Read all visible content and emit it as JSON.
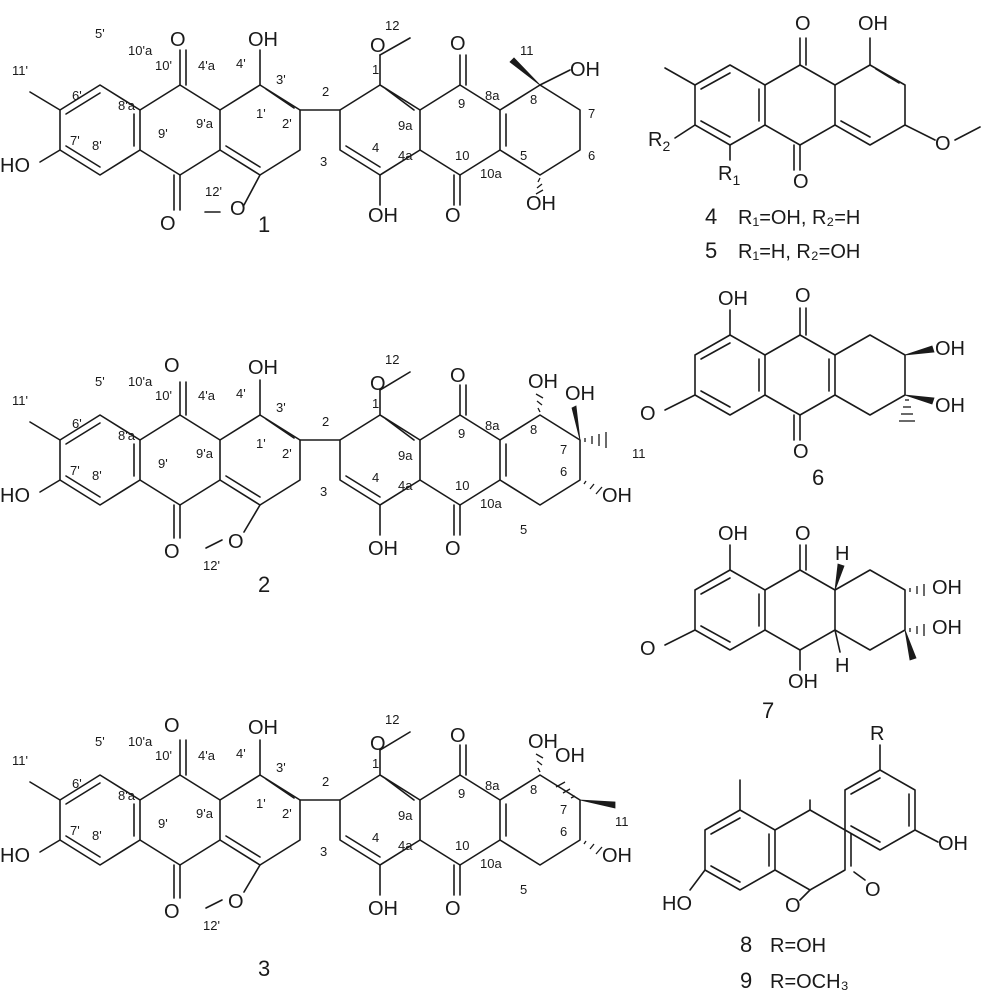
{
  "atoms": {
    "O": "O",
    "OH": "OH",
    "HO": "HO",
    "H": "H",
    "R": "R"
  },
  "locants": [
    "1",
    "2",
    "3",
    "4",
    "4a",
    "5",
    "6",
    "7",
    "8",
    "8a",
    "9",
    "9a",
    "10",
    "10a",
    "11",
    "12",
    "1'",
    "2'",
    "3'",
    "4'",
    "4'a",
    "5'",
    "6'",
    "7'",
    "8'",
    "8'a",
    "9'",
    "9'a",
    "10'",
    "10'a",
    "11'",
    "12'"
  ],
  "compounds": [
    {
      "id": "1"
    },
    {
      "id": "2"
    },
    {
      "id": "3"
    },
    {
      "id": "4",
      "note": "R₁=OH, R₂=H"
    },
    {
      "id": "5",
      "note": "R₁=H, R₂=OH"
    },
    {
      "id": "6"
    },
    {
      "id": "7"
    },
    {
      "id": "8",
      "note": "R=OH"
    },
    {
      "id": "9",
      "note": "R=OCH₃"
    }
  ],
  "substituent_labels": {
    "r1": "R",
    "r1_sub": "1",
    "r2": "R",
    "r2_sub": "2"
  }
}
